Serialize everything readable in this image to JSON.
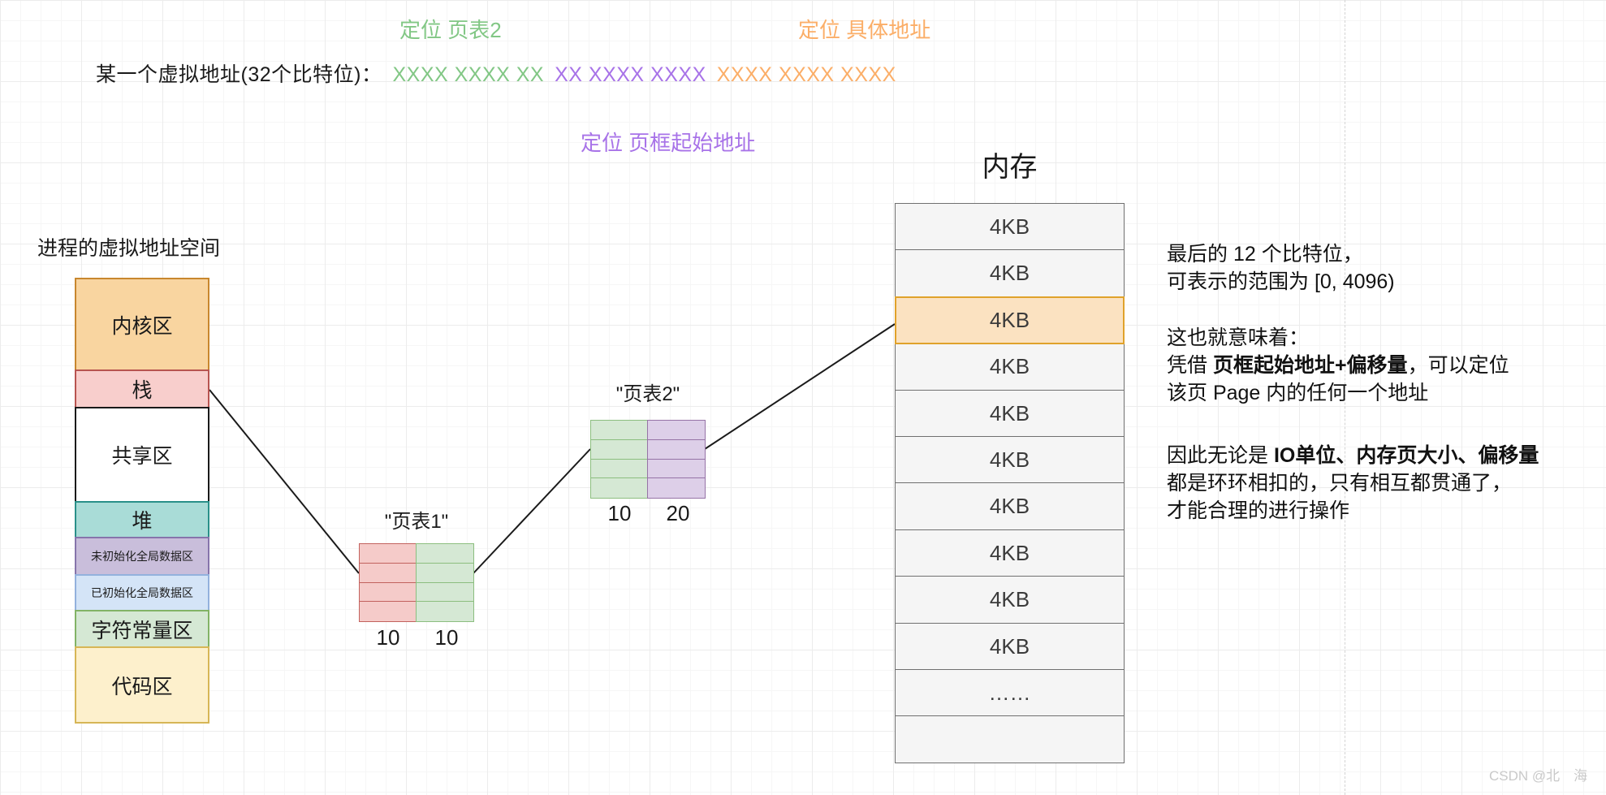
{
  "top": {
    "locate_pt2": {
      "text": "定位 页表2",
      "color": "#82c785"
    },
    "locate_addr": {
      "text": "定位 具体地址",
      "color": "#fbae68"
    },
    "locate_frame": {
      "text": "定位 页框起始地址",
      "color": "#a873e8"
    },
    "address_label": "某一个虚拟地址(32个比特位)：",
    "address_segments": [
      {
        "text": "XXXX XXXX XX",
        "color": "#82c785"
      },
      {
        "text": "XX XXXX XXXX",
        "color": "#a873e8"
      },
      {
        "text": "XXXX XXXX XXXX",
        "color": "#fbae68"
      }
    ]
  },
  "vas": {
    "title": "进程的虚拟地址空间",
    "segments": [
      {
        "label": "内核区",
        "fill": "#f9d5a0",
        "border": "#c8872e",
        "height": 115,
        "font": 25
      },
      {
        "label": "栈",
        "fill": "#f8cecc",
        "border": "#b85450",
        "height": 48,
        "font": 25
      },
      {
        "label": "共享区",
        "fill": "#ffffff",
        "border": "#1a1a1a",
        "height": 118,
        "font": 25
      },
      {
        "label": "堆",
        "fill": "#a9dcd7",
        "border": "#2a9089",
        "height": 46,
        "font": 25
      },
      {
        "label": "未初始化全局数据区",
        "fill": "#c9bedb",
        "border": "#8674ab",
        "height": 48,
        "font": 14
      },
      {
        "label": "已初始化全局数据区",
        "fill": "#d4e4f7",
        "border": "#93b1dd",
        "height": 46,
        "font": 14
      },
      {
        "label": "字符常量区",
        "fill": "#d5e8d4",
        "border": "#82b366",
        "height": 47,
        "font": 25
      },
      {
        "label": "代码区",
        "fill": "#fdf0cc",
        "border": "#d6b656",
        "height": 95,
        "font": 25
      }
    ]
  },
  "page_table_1": {
    "title": "\"页表1\"",
    "rows": 4,
    "left_fill": "#f5cbc9",
    "left_border": "#c2625e",
    "right_fill": "#d5e8d4",
    "right_border": "#8cbe7f",
    "num_left": "10",
    "num_right": "10"
  },
  "page_table_2": {
    "title": "\"页表2\"",
    "rows": 4,
    "left_fill": "#d5e8d4",
    "left_border": "#8cbe7f",
    "right_fill": "#ddcfe8",
    "right_border": "#9673a6",
    "num_left": "10",
    "num_right": "20"
  },
  "memory": {
    "title": "内存",
    "rows": [
      "4KB",
      "4KB",
      "4KB",
      "4KB",
      "4KB",
      "4KB",
      "4KB",
      "4KB",
      "4KB",
      "4KB",
      "……",
      ""
    ],
    "highlight_index": 2,
    "row_fill": "#f5f5f5",
    "row_border": "#707070",
    "highlight_fill": "#fbe2c1",
    "highlight_border": "#e0a22b"
  },
  "notes": {
    "p1": [
      [
        {
          "t": "最后的 12 个比特位，"
        }
      ],
      [
        {
          "t": "可表示的范围为 [0, 4096)"
        }
      ]
    ],
    "p2": [
      [
        {
          "t": "这也就意味着："
        }
      ],
      [
        {
          "t": "凭借 "
        },
        {
          "t": "页框起始地址+偏移量",
          "b": true
        },
        {
          "t": "，可以定位"
        }
      ],
      [
        {
          "t": "该页 Page 内的任何一个地址"
        }
      ]
    ],
    "p3": [
      [
        {
          "t": "因此无论是 "
        },
        {
          "t": "IO单位、内存页大小、偏移量",
          "b": true
        }
      ],
      [
        {
          "t": "都是环环相扣的，只有相互都贯通了，"
        }
      ],
      [
        {
          "t": "才能合理的进行操作"
        }
      ]
    ]
  },
  "watermark": "CSDN @北　海"
}
